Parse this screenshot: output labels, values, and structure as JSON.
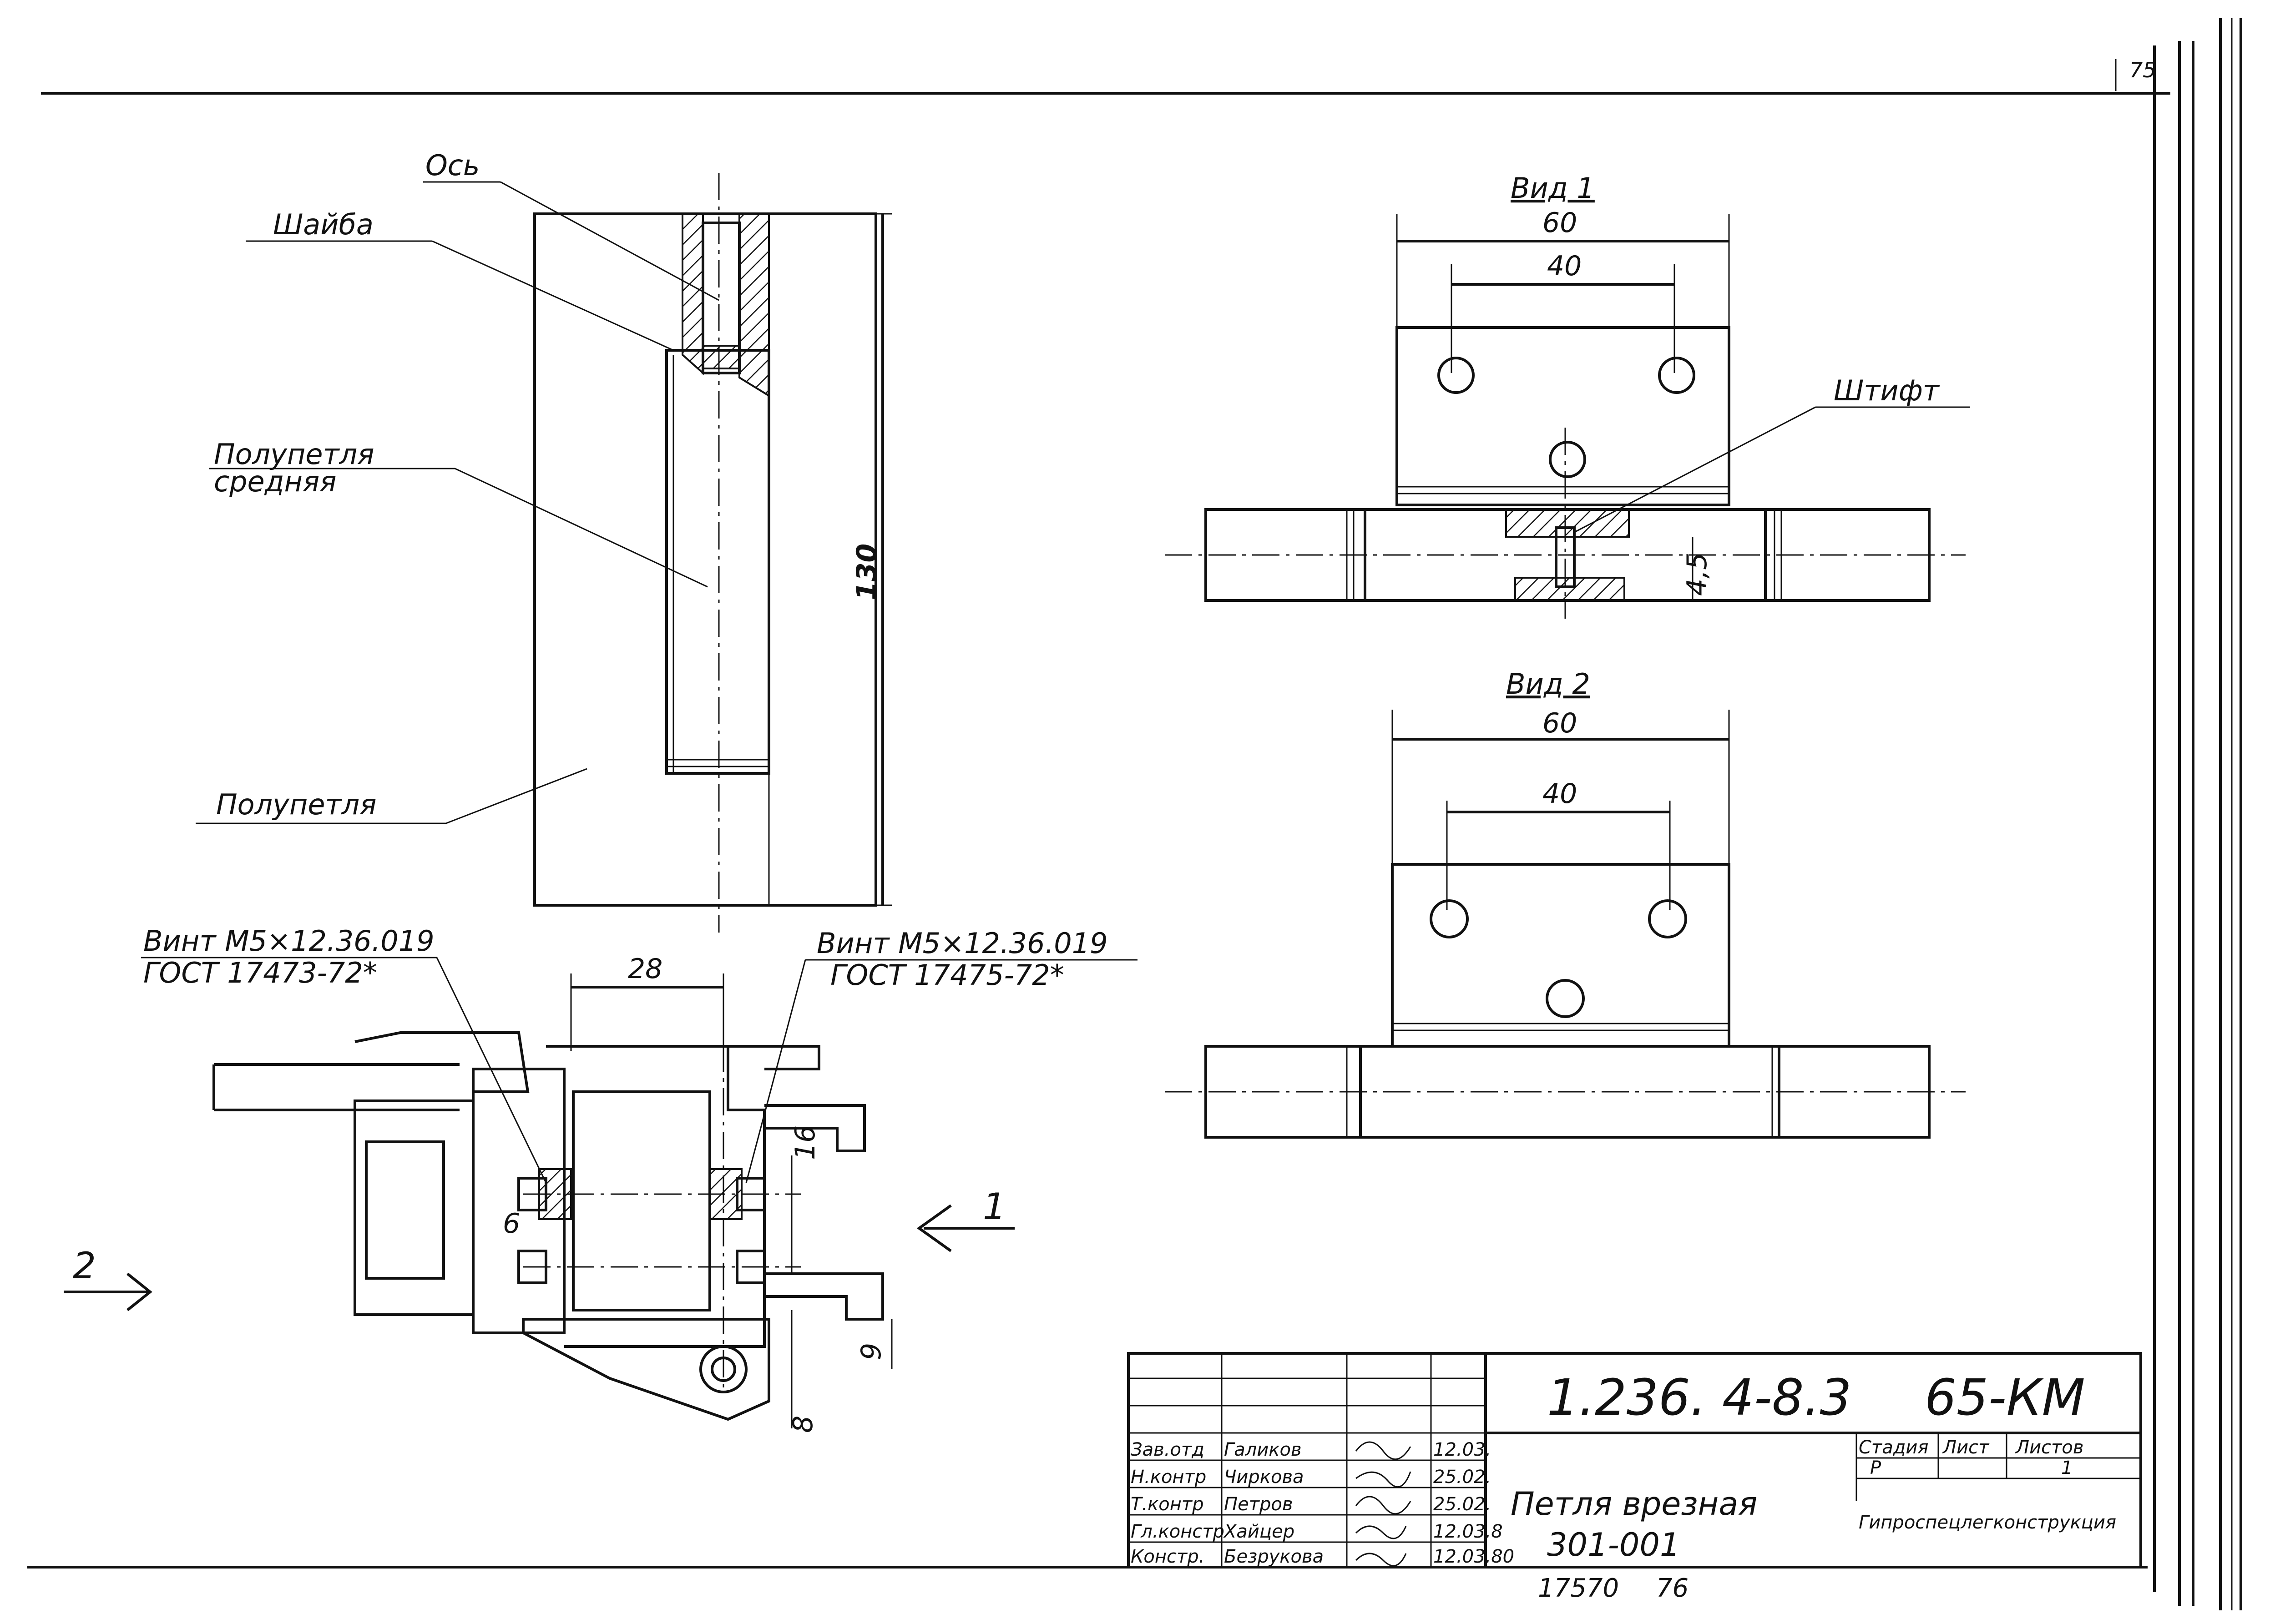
{
  "sheet": {
    "page_number": "75"
  },
  "section": {
    "labels": {
      "axis": "Ось",
      "washer": "Шайба",
      "middle_half_hinge_1": "Полупетля",
      "middle_half_hinge_2": "средняя",
      "half_hinge": "Полупетля"
    },
    "dims": {
      "height": "130"
    }
  },
  "profile": {
    "screw_left_1": "Винт М5×12.36.019",
    "screw_left_2": "ГОСТ 17473-72*",
    "screw_right_1": "Винт М5×12.36.019",
    "screw_right_2": "ГОСТ 17475-72*",
    "dims": {
      "d28": "28",
      "d6": "6",
      "d16": "16",
      "d9": "9",
      "d8": "8"
    },
    "arrow_1": "1",
    "arrow_2": "2"
  },
  "view1": {
    "title": "Вид 1",
    "dim_overall": "60",
    "dim_holes": "40",
    "pin_label": "Штифт",
    "dim_pin": "4,5"
  },
  "view2": {
    "title": "Вид 2",
    "dim_overall": "60",
    "dim_holes": "40"
  },
  "title_block": {
    "code": "1.236. 4-8.3",
    "sheet_code": "65-КМ",
    "roles": [
      "Зав.отд",
      "Н.контр",
      "Т.контр",
      "Гл.констр",
      "Констр."
    ],
    "names": [
      "Галиков",
      "Чиркова",
      "Петров",
      "Хайцер",
      "Безрукова"
    ],
    "dates": [
      "12.03.",
      "25.02.",
      "25.02.",
      "12.03.8",
      "12.03.80"
    ],
    "title_line1": "Петля врезная",
    "title_line2": "301-001",
    "stage_header": "Стадия",
    "sheet_header": "Лист",
    "sheets_header": "Листов",
    "stage": "Р",
    "sheets": "1",
    "organization": "Гипроспецлегконструкция",
    "archive_no": "17570",
    "archive_suffix": "76"
  }
}
